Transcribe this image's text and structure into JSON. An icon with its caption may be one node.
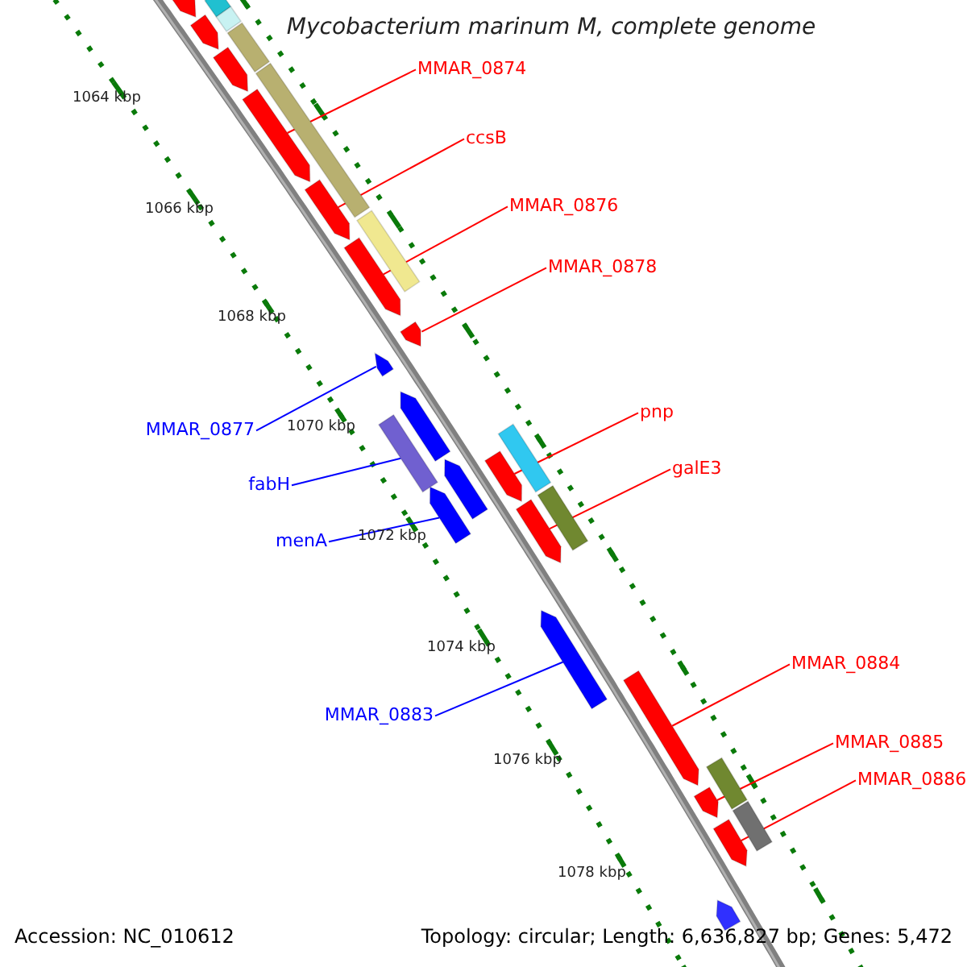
{
  "diagram": {
    "title": "Mycobacterium marinum M, complete genome",
    "nodes": [
      {
        "text": [
          "MMAR_0874"
        ]
      },
      {
        "text": [
          "ccsB"
        ]
      },
      {
        "text": [
          "MMAR_0876"
        ]
      },
      {
        "text": [
          "MMAR_0878"
        ]
      },
      {
        "text": [
          "pnp"
        ]
      },
      {
        "text": [
          "MMAR_0877"
        ]
      },
      {
        "text": [
          "galE3"
        ]
      },
      {
        "text": [
          "fabH"
        ]
      },
      {
        "text": [
          "menA"
        ]
      },
      {
        "text": [
          "MMAR_0884"
        ]
      },
      {
        "text": [
          "MMAR_0883"
        ]
      },
      {
        "text": [
          "MMAR_0885"
        ]
      },
      {
        "text": [
          "MMAR_0886"
        ]
      },
      {
        "text": [],
        "shape": "arrow"
      },
      {
        "text": [],
        "shape": "arrow"
      },
      {
        "text": [],
        "shape": "arrow"
      },
      {
        "text": [],
        "shape": "arrow"
      },
      {
        "text": [],
        "shape": "arrow"
      },
      {
        "text": [],
        "shape": "arrow"
      },
      {
        "text": [],
        "shape": "arrow"
      },
      {
        "text": [],
        "shape": "box"
      },
      {
        "text": [],
        "shape": "arrow"
      },
      {
        "text": [],
        "shape": "arrow"
      },
      {
        "text": [],
        "shape": "arrow"
      },
      {
        "text": [],
        "shape": "arrow"
      },
      {
        "text": [],
        "shape": "arrow"
      },
      {
        "text": [],
        "shape": "arrow"
      },
      {
        "text": [],
        "shape": "arrow"
      },
      {
        "text": [],
        "shape": "arrow"
      },
      {
        "text": [],
        "shape": "box"
      },
      {
        "text": [],
        "shape": "box"
      },
      {
        "text": [],
        "shape": "box"
      },
      {
        "text": [],
        "shape": "box"
      },
      {
        "text": [],
        "shape": "box"
      },
      {
        "text": [],
        "shape": "box"
      },
      {
        "text": [],
        "shape": "box"
      },
      {
        "text": [],
        "shape": "box"
      },
      {
        "text": [],
        "shape": "box"
      },
      {
        "text": [],
        "shape": "arrow"
      },
      {
        "text": [],
        "shape": "arrow"
      },
      {
        "text": [],
        "shape": "arrow"
      }
    ],
    "edges": [
      {
        "from": 0,
        "to": 13,
        "arrow": "none"
      },
      {
        "from": 1,
        "to": 14,
        "arrow": "none"
      },
      {
        "from": 2,
        "to": 15,
        "arrow": "none"
      },
      {
        "from": 3,
        "to": 16,
        "arrow": "none"
      },
      {
        "from": 4,
        "to": 17,
        "arrow": "none"
      },
      {
        "from": 5,
        "to": 18,
        "arrow": "none",
        "color": "#0000ff"
      },
      {
        "from": 6,
        "to": 19,
        "arrow": "none"
      },
      {
        "from": 7,
        "to": 20,
        "arrow": "none",
        "color": "#0000ff"
      },
      {
        "from": 8,
        "to": 21,
        "arrow": "none",
        "color": "#0000ff"
      },
      {
        "from": 9,
        "to": 22,
        "arrow": "none"
      },
      {
        "from": 10,
        "to": 23,
        "arrow": "none",
        "color": "#0000ff"
      },
      {
        "from": 11,
        "to": 24,
        "arrow": "none"
      },
      {
        "from": 12,
        "to": 25,
        "arrow": "none"
      }
    ],
    "labels": [
      "1064 kbp",
      "1066 kbp",
      "1068 kbp",
      "1070 kbp",
      "1072 kbp",
      "1074 kbp",
      "1076 kbp",
      "1078 kbp",
      "Accession: NC_010612",
      "Topology: circular; Length: 6,636,827 bp; Genes: 5,472"
    ]
  }
}
